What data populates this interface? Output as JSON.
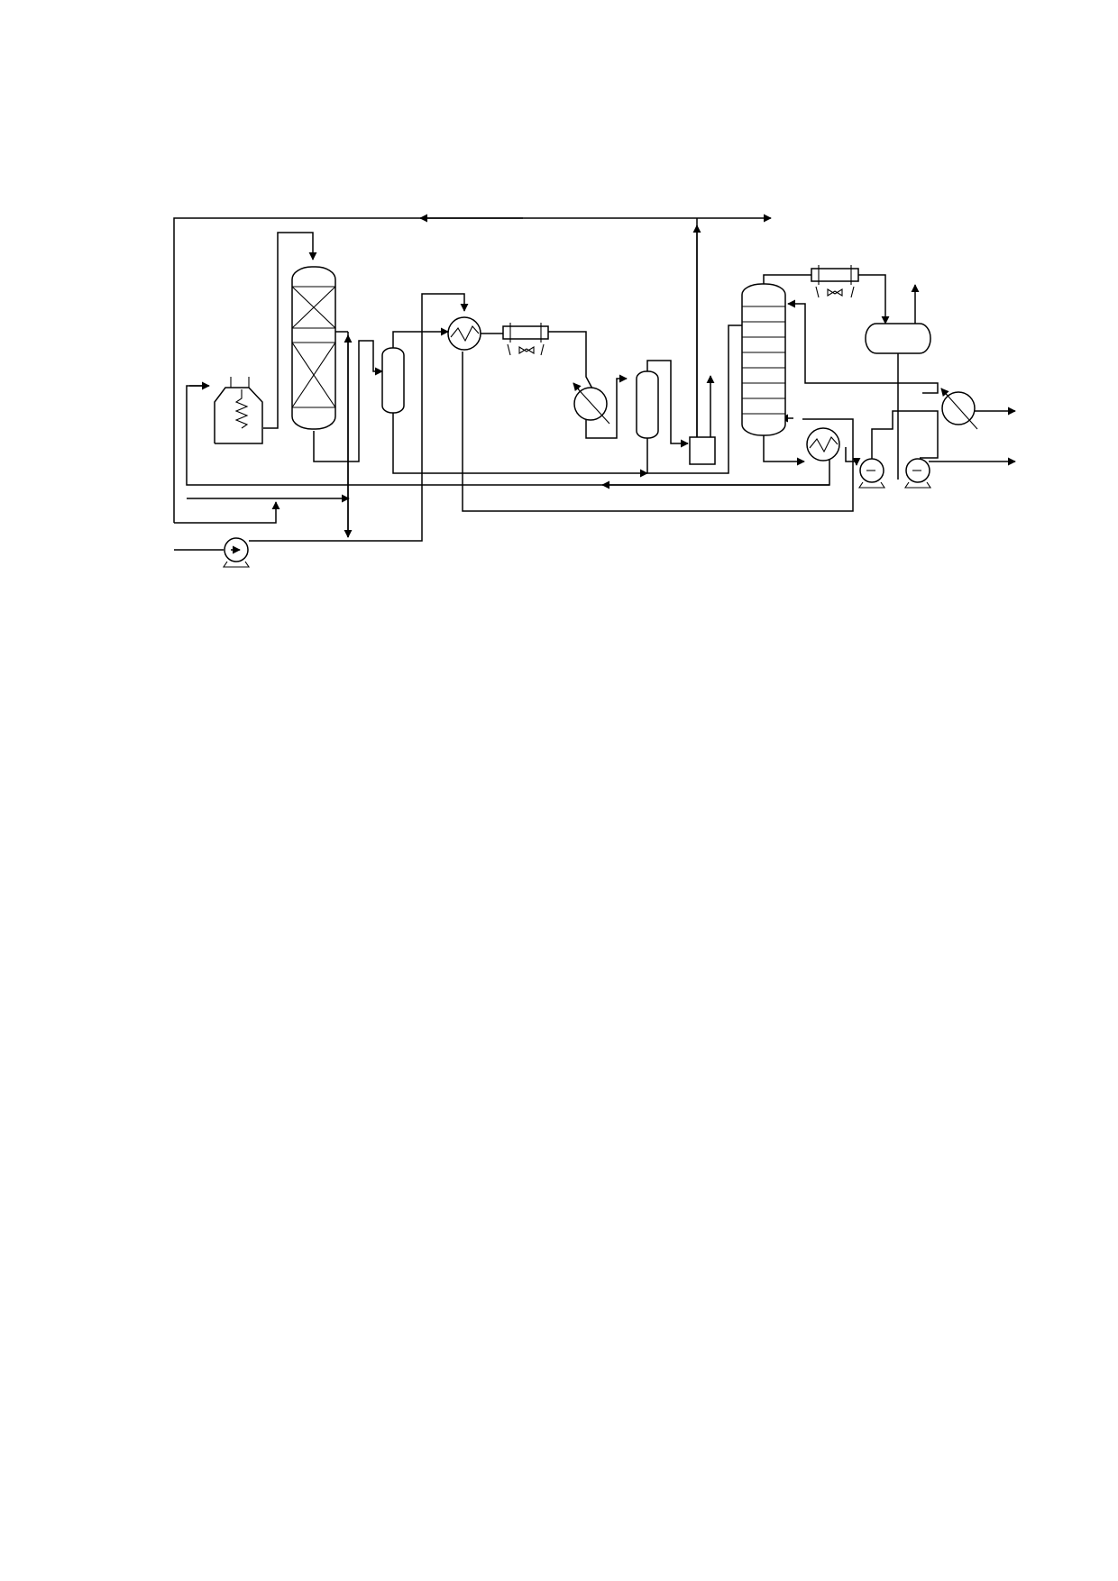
{
  "diagram": {
    "type": "process-flow-diagram",
    "line_color": "#000000",
    "background": "#ffffff",
    "equipment": [
      {
        "id": "feed-pump",
        "kind": "centrifugal-pump"
      },
      {
        "id": "fired-heater",
        "kind": "furnace-with-coil"
      },
      {
        "id": "reactor",
        "kind": "packed-bed-reactor",
        "beds": 2
      },
      {
        "id": "separator-drum-1",
        "kind": "vertical-drum"
      },
      {
        "id": "feed-effluent-exchanger",
        "kind": "shell-tube-exchanger"
      },
      {
        "id": "air-cooler-1",
        "kind": "air-cooled-exchanger"
      },
      {
        "id": "trim-cooler",
        "kind": "heat-exchanger"
      },
      {
        "id": "separator-drum-2",
        "kind": "vertical-drum"
      },
      {
        "id": "small-vessel",
        "kind": "vessel"
      },
      {
        "id": "fractionator",
        "kind": "tray-column"
      },
      {
        "id": "air-cooler-2",
        "kind": "air-cooled-exchanger"
      },
      {
        "id": "reflux-drum",
        "kind": "horizontal-drum"
      },
      {
        "id": "bottoms-exchanger",
        "kind": "shell-tube-exchanger"
      },
      {
        "id": "product-cooler",
        "kind": "heat-exchanger"
      },
      {
        "id": "reflux-pump",
        "kind": "centrifugal-pump"
      },
      {
        "id": "bottoms-pump",
        "kind": "centrifugal-pump"
      }
    ],
    "streams": [
      "recycle-gas-header",
      "feed-line",
      "reactor-feed",
      "reactor-effluent",
      "hydrogen-makeup",
      "overhead-vapor",
      "reflux-return",
      "bottoms-product",
      "light-product"
    ]
  }
}
